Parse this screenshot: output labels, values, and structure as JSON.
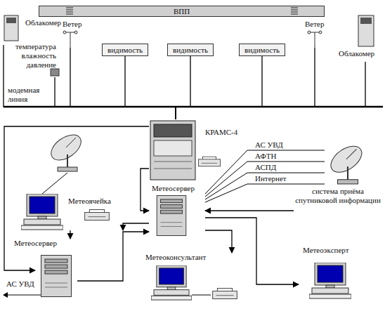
{
  "diagram": {
    "nodes": [
      {
        "text": [
          "ВПП"
        ]
      },
      {
        "text": [
          "Облакомер"
        ]
      },
      {
        "text": [
          "Ветер"
        ]
      },
      {
        "text": [
          "температура влажность давление"
        ]
      },
      {
        "text": [
          "видимость"
        ]
      },
      {
        "text": [
          "видимость"
        ]
      },
      {
        "text": [
          "видимость"
        ]
      },
      {
        "text": [
          "Ветер"
        ]
      },
      {
        "text": [
          "Облакомер"
        ]
      },
      {
        "text": [
          "КРАМС-4"
        ]
      },
      {
        "text": [
          "Метеосервер"
        ]
      },
      {
        "text": [
          "система приёма спутниковой информации"
        ]
      },
      {
        "text": [
          "Метеоячейка"
        ]
      },
      {
        "text": [
          "Метеосервер"
        ]
      },
      {
        "text": [
          "Метеоконсультант"
        ]
      },
      {
        "text": [
          "Метеоэксперт"
        ]
      }
    ],
    "edges": [
      {
        "from": 1,
        "to": 9,
        "arrow": "none"
      },
      {
        "from": 2,
        "to": 9,
        "arrow": "none"
      },
      {
        "from": 3,
        "to": 9,
        "arrow": "none"
      },
      {
        "from": 4,
        "to": 9,
        "arrow": "none"
      },
      {
        "from": 5,
        "to": 9,
        "arrow": "none"
      },
      {
        "from": 6,
        "to": 9,
        "arrow": "none"
      },
      {
        "from": 7,
        "to": 9,
        "arrow": "none"
      },
      {
        "from": 8,
        "to": 9,
        "arrow": "none"
      },
      {
        "from": 9,
        "to": 10,
        "arrow": "to"
      },
      {
        "from": 9,
        "to": 13,
        "arrow": "to"
      },
      {
        "from": 10,
        "to": 12,
        "arrow": "to"
      },
      {
        "from": 12,
        "to": 13,
        "arrow": "to"
      },
      {
        "from": 13,
        "to": 10,
        "arrow": "to"
      },
      {
        "from": 10,
        "to": 14,
        "arrow": "to"
      },
      {
        "from": 10,
        "to": 15,
        "arrow": "to"
      },
      {
        "from": 11,
        "to": 10,
        "arrow": "to"
      }
    ],
    "labels": [
      "модемная линия",
      "АС УВД",
      "АФТН",
      "АСПД",
      "Интернет",
      "АС УВД"
    ]
  }
}
